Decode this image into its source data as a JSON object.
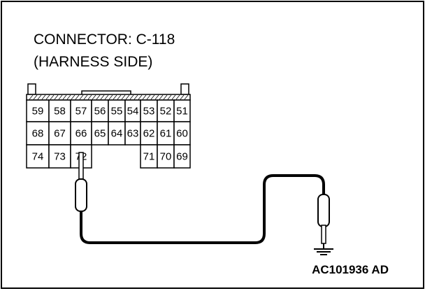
{
  "title": {
    "line1": "CONNECTOR: C-118",
    "line2": "(HARNESS SIDE)"
  },
  "connector": {
    "row1": [
      "59",
      "58",
      "57",
      "56",
      "55",
      "54",
      "53",
      "52",
      "51"
    ],
    "row2": [
      "68",
      "67",
      "66",
      "65",
      "64",
      "63",
      "62",
      "61",
      "60"
    ],
    "row3_left": [
      "74",
      "73",
      "72"
    ],
    "row3_right": [
      "71",
      "70",
      "69"
    ],
    "probed_pin": "72"
  },
  "reference_code": "AC101936 AD",
  "icons": {
    "probe": "test-probe-icon",
    "ground": "ground-symbol-icon"
  }
}
